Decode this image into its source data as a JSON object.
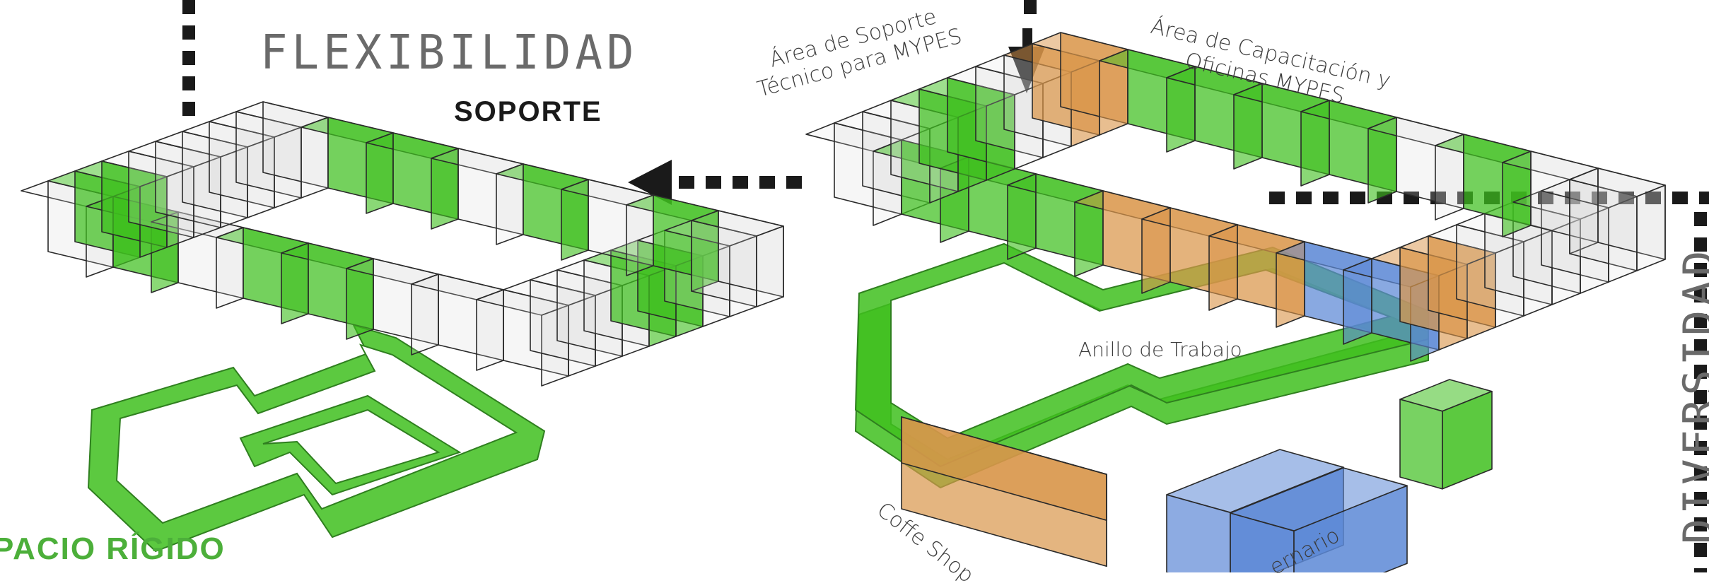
{
  "labels": {
    "flexibilidad": "FLEXIBILIDAD",
    "soporte": "SOPORTE",
    "espacio_rigido": "PACIO RÍGIDO",
    "diversidad": "DIVERSIDAD",
    "area_soporte_line1": "Área de Soporte",
    "area_soporte_line2": "Técnico para MYPES",
    "area_capacitacion_line1": "Área de Capacitación y",
    "area_capacitacion_line2": "Oficinas MYPES",
    "anillo": "Anillo de Trabajo",
    "coffee": "Coffe Shop",
    "coworking": "ernario"
  },
  "colors": {
    "green": "#3fbf1f",
    "green_dark": "#2f7f1f",
    "orange": "#d9954a",
    "blue": "#5c88d6",
    "glass": "#d8d8d8",
    "arrow": "#1a1a1a"
  }
}
